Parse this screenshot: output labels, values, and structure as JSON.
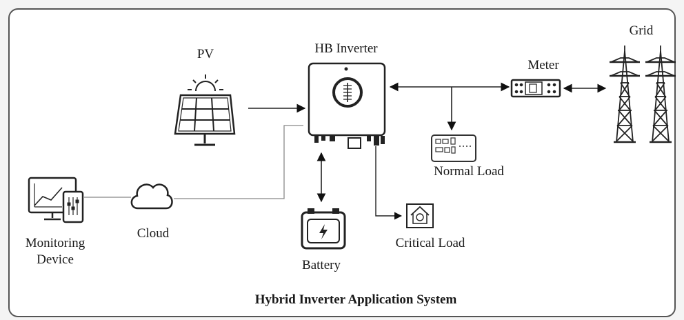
{
  "diagram": {
    "title": "Hybrid Inverter Application System",
    "labels": {
      "pv": "PV",
      "inverter": "HB Inverter",
      "meter": "Meter",
      "grid": "Grid",
      "normal_load": "Normal Load",
      "critical_load": "Critical Load",
      "battery": "Battery",
      "cloud": "Cloud",
      "monitoring_line1": "Monitoring",
      "monitoring_line2": "Device"
    }
  }
}
